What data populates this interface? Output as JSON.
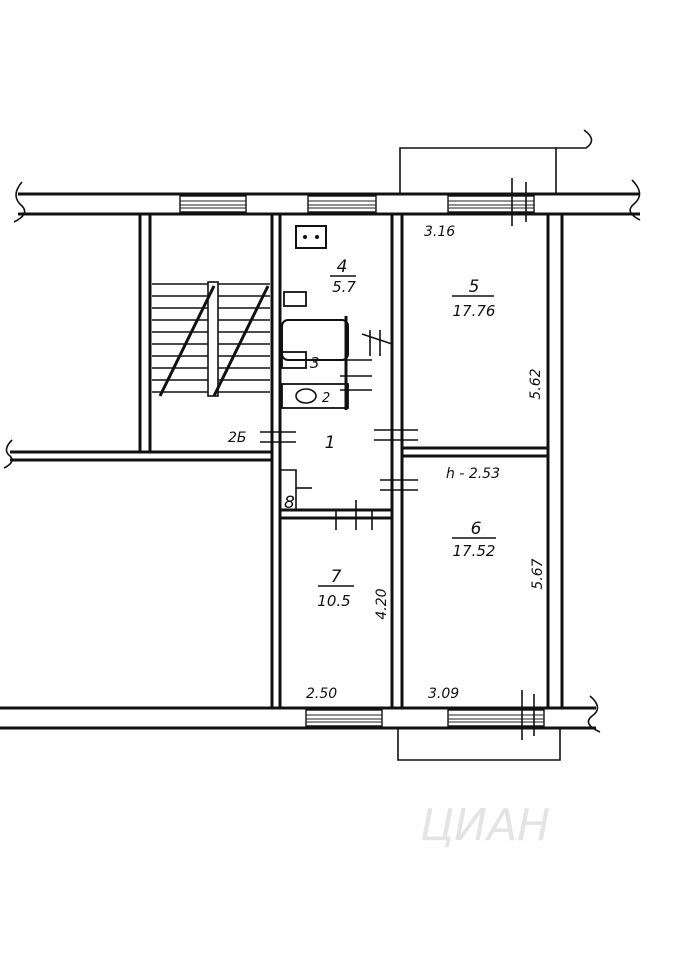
{
  "rooms": [
    {
      "id": "4",
      "area": "5.7"
    },
    {
      "id": "5",
      "area": "17.76"
    },
    {
      "id": "6",
      "area": "17.52"
    },
    {
      "id": "7",
      "area": "10.5"
    },
    {
      "id": "1"
    },
    {
      "id": "2"
    },
    {
      "id": "3"
    },
    {
      "id": "8"
    }
  ],
  "dimensions": {
    "top_width": "3.16",
    "room5_depth": "5.62",
    "ceiling_height": "h - 2.53",
    "room6_depth": "5.67",
    "room7_depth": "4.20",
    "bottom_left": "2.50",
    "bottom_right": "3.09",
    "wall_mark": "2Б"
  },
  "watermark": "ЦИАН"
}
